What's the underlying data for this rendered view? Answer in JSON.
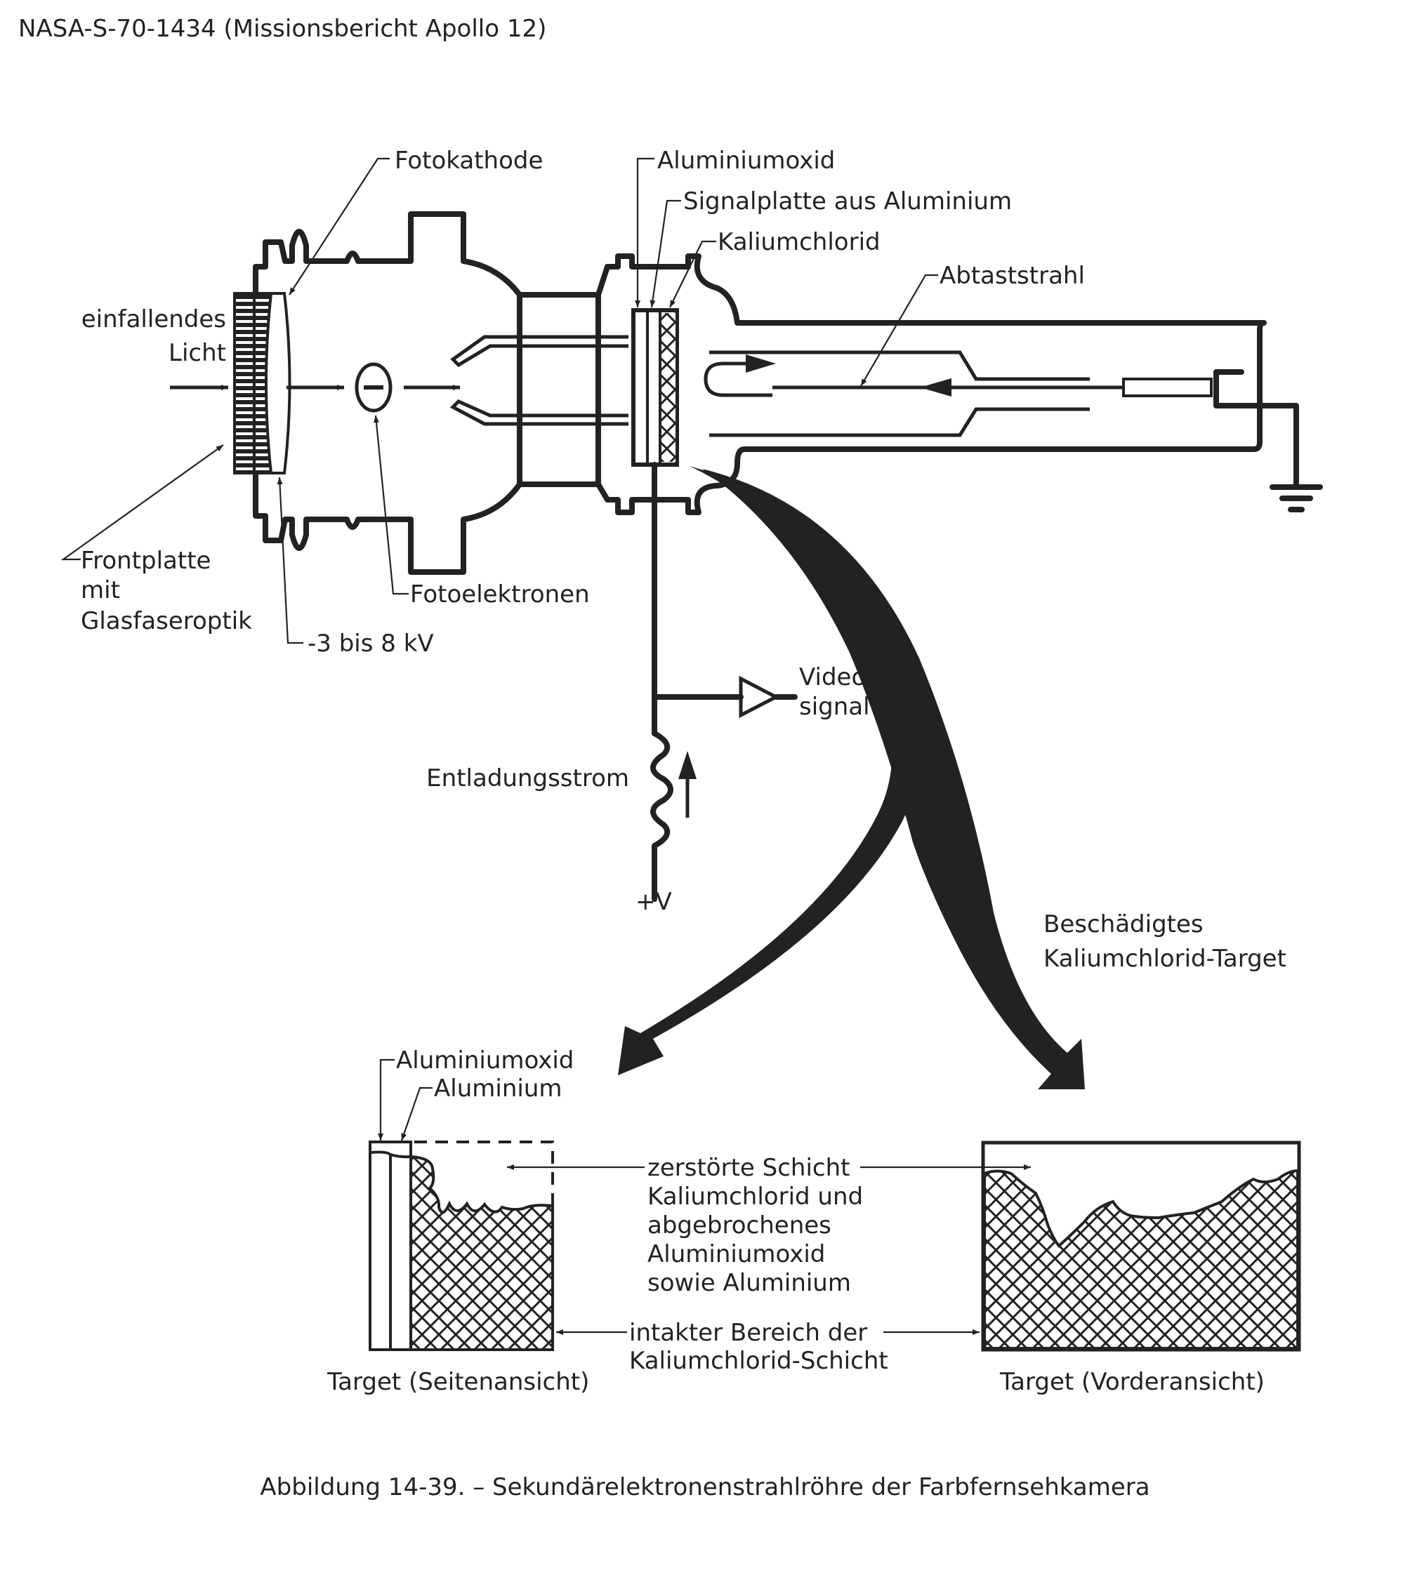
{
  "header": {
    "document_id": "NASA-S-70-1434 (Missionsbericht Apollo 12)"
  },
  "caption": "Abbildung 14-39. – Sekundärelektronenstrahlröhre der Farbfernsehkamera",
  "colors": {
    "ink": "#222222",
    "background": "#ffffff"
  },
  "tube_labels": {
    "fotokathode": "Fotokathode",
    "aluminiumoxid": "Aluminiumoxid",
    "signalplatte": "Signalplatte aus Aluminium",
    "kaliumchlorid": "Kaliumchlorid",
    "abtaststrahl": "Abtaststrahl",
    "einfallendes_licht": [
      "einfallendes",
      "Licht"
    ],
    "frontplatte": [
      "Frontplatte",
      "mit",
      "Glasfaseroptik"
    ],
    "spannung": "-3 bis 8 kV",
    "fotoelektronen": "Fotoelektronen",
    "electron_symbol": "−"
  },
  "circuit_labels": {
    "videosignal": [
      "Video-",
      "signal"
    ],
    "entladungsstrom": "Entladungsstrom",
    "plus_v": "+V"
  },
  "damage_label": [
    "Beschädigtes",
    "Kaliumchlorid-Target"
  ],
  "detail_labels": {
    "aluminiumoxid": "Aluminiumoxid",
    "aluminium": "Aluminium",
    "zerstoerte_schicht": [
      "zerstörte Schicht",
      "Kaliumchlorid und",
      "abgebrochenes",
      "Aluminiumoxid",
      "sowie Aluminium"
    ],
    "intakter_bereich": [
      "intakter Bereich der",
      "Kaliumchlorid-Schicht"
    ],
    "side_view": "Target (Seitenansicht)",
    "front_view": "Target (Vorderansicht)"
  }
}
